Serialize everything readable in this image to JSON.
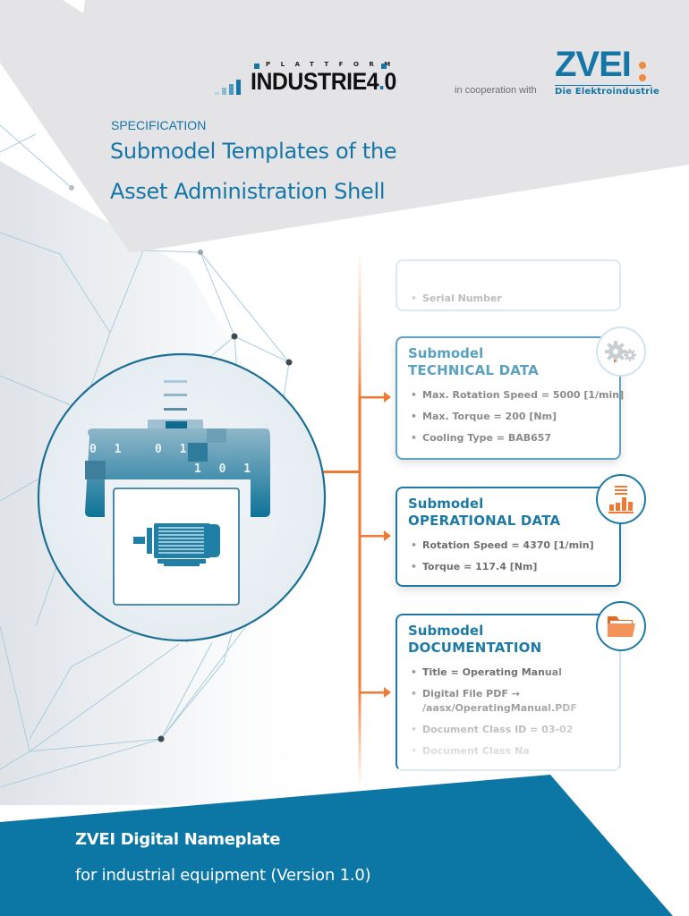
{
  "document": {
    "type_label": "SPECIFICATION",
    "title_line1": "Submodel Templates of the",
    "title_line2": "Asset Administration Shell"
  },
  "logos": {
    "plattform": {
      "top_text": "PLATTFORM",
      "word": "INDUSTRIE",
      "version_major": "4",
      "version_dot": ".",
      "version_minor": "0"
    },
    "cooperation_text": "in cooperation with",
    "zvei": {
      "word": "ZVEI",
      "tagline": "Die Elektroindustrie"
    }
  },
  "colors": {
    "brand_blue": "#1476a6",
    "banner_blue": "#0c76a5",
    "accent_orange": "#f07a32",
    "header_gray": "#e4e4e6"
  },
  "diagram": {
    "asset_icon": "electric-motor-icon",
    "bits": [
      "0 1",
      "0 1",
      "1 0 1"
    ],
    "submodels": [
      {
        "id": "top",
        "heading1": "",
        "heading2": "",
        "items": [
          "Serial Number"
        ],
        "icon": null
      },
      {
        "id": "technical",
        "heading1": "Submodel",
        "heading2": "TECHNICAL DATA",
        "items": [
          "Max. Rotation Speed = 5000 [1/min]",
          "Max. Torque = 200 [Nm]",
          "Cooling Type = BAB657"
        ],
        "icon": "gears-icon"
      },
      {
        "id": "operational",
        "heading1": "Submodel",
        "heading2": "OPERATIONAL DATA",
        "items": [
          "Rotation Speed = 4370 [1/min]",
          "Torque = 117.4 [Nm]"
        ],
        "icon": "bar-chart-icon"
      },
      {
        "id": "documentation",
        "heading1": "Submodel",
        "heading2": "DOCUMENTATION",
        "items": [
          "Title = Operating Manual",
          "Digital File PDF → /aasx/OperatingManual.PDF",
          "Document Class ID = 03-02",
          "Document Class Na"
        ],
        "icon": "folder-icon"
      }
    ]
  },
  "banner": {
    "title": "ZVEI Digital Nameplate",
    "subtitle": "for industrial equipment (Version 1.0)"
  }
}
